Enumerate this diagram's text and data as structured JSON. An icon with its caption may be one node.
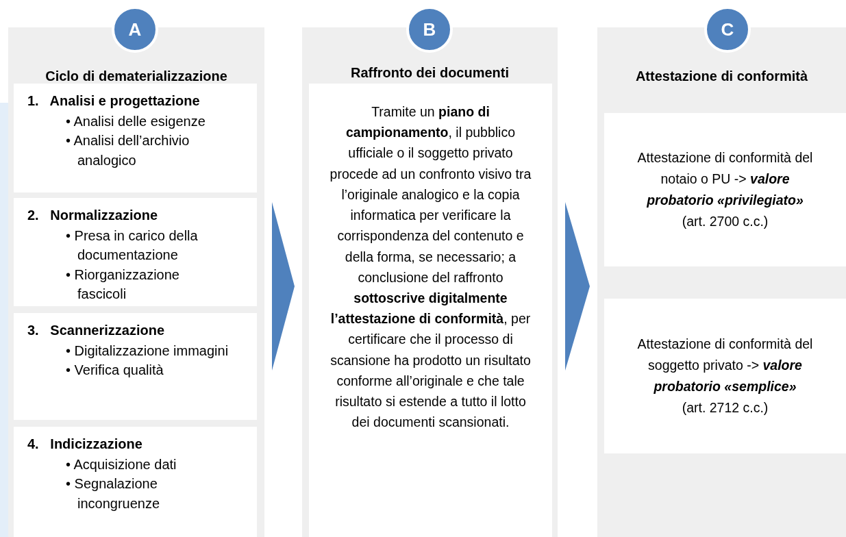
{
  "diagram": {
    "nodes": [
      {
        "text": [
          "Ciclo di dematerializzazione"
        ]
      },
      {
        "text": [
          "A"
        ]
      },
      {
        "text": [
          "1. Analisi e progettazione",
          "• Analisi delle esigenze",
          "• Analisi dell’archivio analogico"
        ],
        "in": 0
      },
      {
        "text": [
          "2. Normalizzazione",
          "• Presa in carico della documentazione",
          "• Riorganizzazione fascicoli"
        ],
        "in": 0
      },
      {
        "text": [
          "3. Scannerizzazione",
          "• Digitalizzazione immagini",
          "• Verifica qualità"
        ],
        "in": 0
      },
      {
        "text": [
          "4. Indicizzazione",
          "• Acquisizione dati",
          "• Segnalazione incongruenze"
        ],
        "in": 0
      },
      {
        "text": [
          "Raffronto dei documenti"
        ]
      },
      {
        "text": [
          "B"
        ]
      },
      {
        "text": [
          "Tramite un **piano di campionamento**, il pubblico ufficiale o il soggetto privato procede ad un confronto visivo tra l’originale analogico e la copia informatica  per verificare la corrispondenza del contenuto e della forma, se necessario; a conclusione del raffronto **sottoscrive digitalmente l’attestazione di conformità**, per certificare che il processo di scansione ha prodotto un risultato conforme all’originale e che tale risultato si estende a tutto il lotto dei documenti scansionati."
        ],
        "in": 6
      },
      {
        "text": [
          "Attestazione di conformità"
        ]
      },
      {
        "text": [
          "C"
        ]
      },
      {
        "text": [
          "Attestazione di conformità del notaio o PU -> **valore probatorio «privilegiato»**",
          "(art. 2700 c.c.)"
        ],
        "in": 9
      },
      {
        "text": [
          "Attestazione di conformità del soggetto privato -> **valore probatorio «semplice»**",
          "(art. 2712 c.c.)"
        ],
        "in": 9
      }
    ],
    "edges": [
      {
        "from": 0,
        "to": 6,
        "arrow": "to"
      },
      {
        "from": 6,
        "to": 9,
        "arrow": "to"
      }
    ]
  }
}
